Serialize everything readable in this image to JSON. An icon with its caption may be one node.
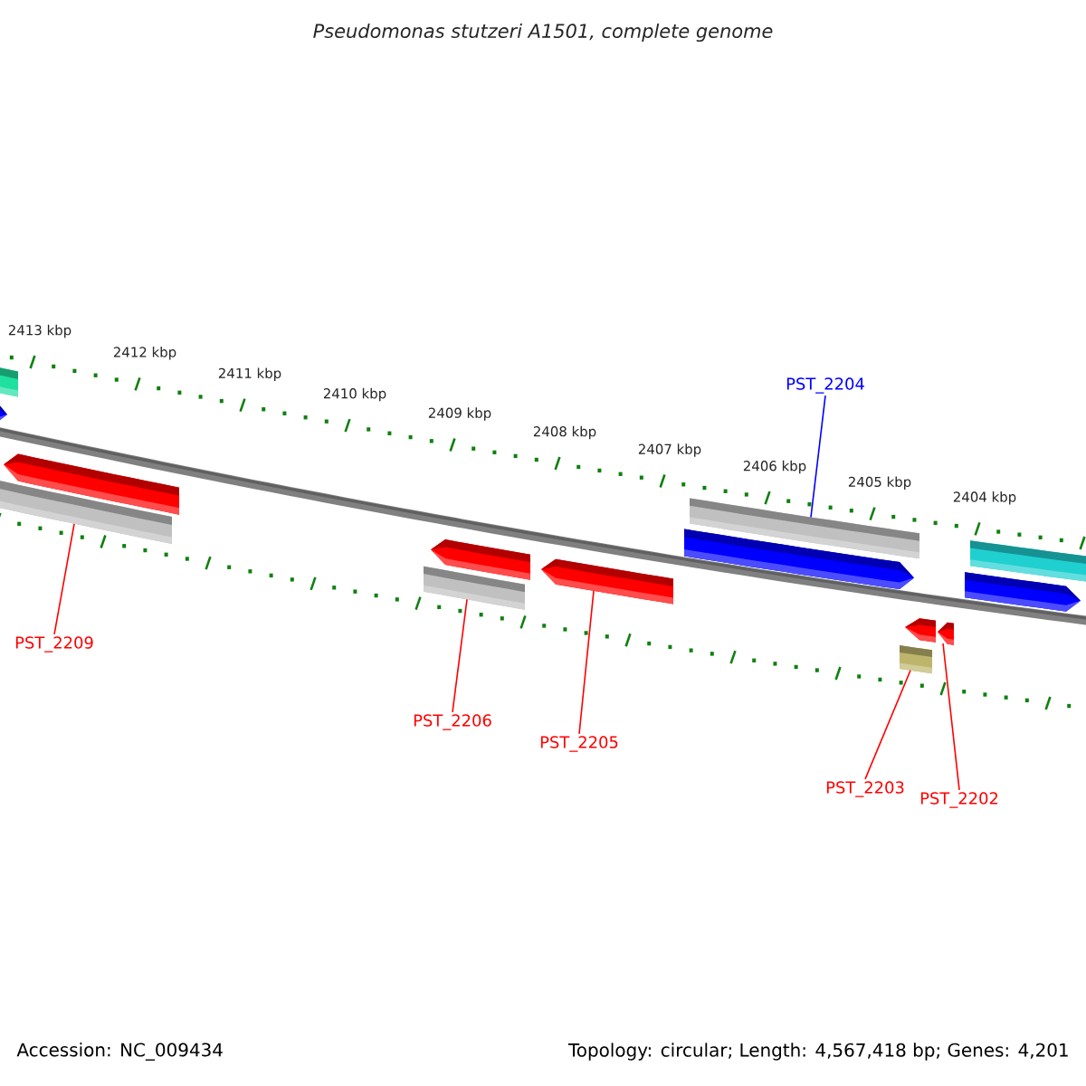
{
  "diagram": {
    "title": "Pseudomonas stutzeri A1501, complete genome",
    "nodes": [
      {
        "text": [
          "PST_2204"
        ]
      },
      {
        "text": [
          "PST_2209"
        ]
      },
      {
        "text": [
          "PST_2206"
        ]
      },
      {
        "text": [
          "PST_2205"
        ]
      },
      {
        "text": [
          "PST_2203"
        ]
      },
      {
        "text": [
          "PST_2202"
        ]
      },
      {
        "text": [],
        "shape": "bar"
      },
      {
        "text": [],
        "shape": "bar"
      },
      {
        "text": [],
        "shape": "bar"
      },
      {
        "text": [],
        "shape": "bar"
      },
      {
        "text": [],
        "shape": "bar"
      },
      {
        "text": [],
        "shape": "bar"
      }
    ],
    "edges": [
      {
        "from": 0,
        "to": 9,
        "arrow": "none",
        "color": "#0000ff"
      },
      {
        "from": 1,
        "to": 6,
        "arrow": "none"
      },
      {
        "from": 2,
        "to": 7,
        "arrow": "none"
      },
      {
        "from": 3,
        "to": 8,
        "arrow": "none"
      },
      {
        "from": 4,
        "to": 10,
        "arrow": "none"
      },
      {
        "from": 5,
        "to": 11,
        "arrow": "none"
      }
    ],
    "labels": [
      "2413 kbp",
      "2412 kbp",
      "2411 kbp",
      "2410 kbp",
      "2409 kbp",
      "2408 kbp",
      "2407 kbp",
      "2406 kbp",
      "2405 kbp",
      "2404 kbp",
      "Accession: NC_009434",
      "Topology: circular; Length: 4,567,418 bp; Genes: 4,201"
    ]
  }
}
